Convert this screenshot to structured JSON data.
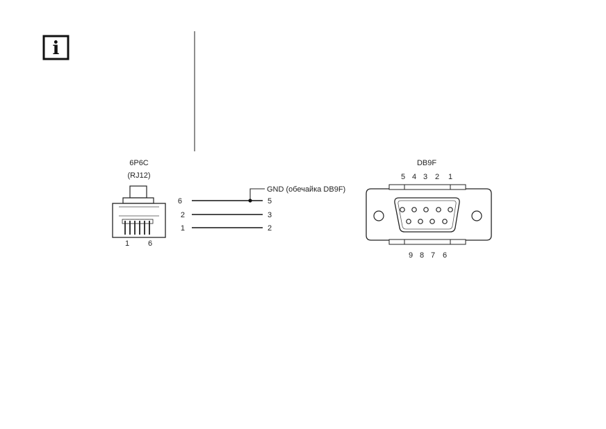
{
  "info_icon": {
    "glyph": "i",
    "name": "info-icon"
  },
  "rj12": {
    "title_line1": "6P6C",
    "title_line2": "(RJ12)",
    "pin_label_left": "1",
    "pin_label_right": "6"
  },
  "wiring": {
    "gnd_label": "GND (обечайка DB9F)",
    "rows": [
      {
        "left": "6",
        "right": "5"
      },
      {
        "left": "2",
        "right": "3"
      },
      {
        "left": "1",
        "right": "2"
      }
    ]
  },
  "db9": {
    "title": "DB9F",
    "top_pins": [
      "5",
      "4",
      "3",
      "2",
      "1"
    ],
    "bottom_pins": [
      "9",
      "8",
      "7",
      "6"
    ]
  }
}
